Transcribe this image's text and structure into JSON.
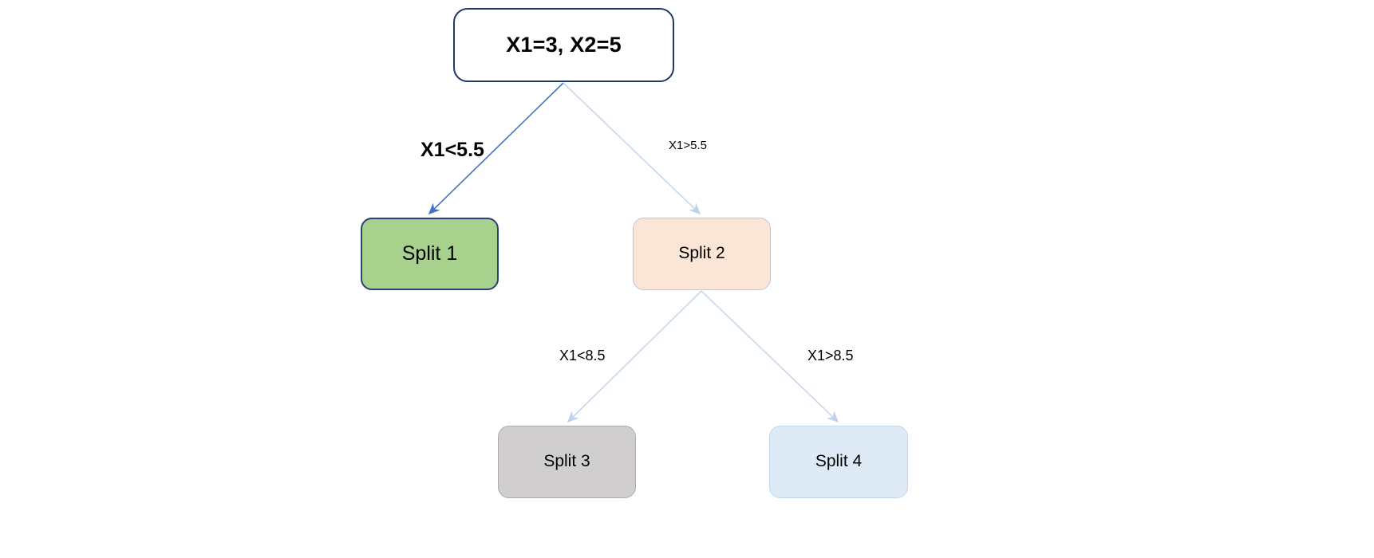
{
  "diagram": {
    "type": "decision-tree",
    "title": "",
    "nodes": [
      {
        "id": "root",
        "label": "X1=3, X2=5",
        "fill": "#FFFFFF",
        "border": "#1F3864"
      },
      {
        "id": "split1",
        "label": "Split 1",
        "fill": "#A9D18E",
        "border": "#264478"
      },
      {
        "id": "split2",
        "label": "Split 2",
        "fill": "#FBE5D6",
        "border": "#B4C7E7"
      },
      {
        "id": "split3",
        "label": "Split 3",
        "fill": "#D0CECE",
        "border": "#AFABAB"
      },
      {
        "id": "split4",
        "label": "Split 4",
        "fill": "#DEEBF7",
        "border": "#BDD7EE"
      }
    ],
    "edges": [
      {
        "from": "root",
        "to": "split1",
        "label": "X1<5.5"
      },
      {
        "from": "root",
        "to": "split2",
        "label": "X1>5.5"
      },
      {
        "from": "split2",
        "to": "split3",
        "label": "X1<8.5"
      },
      {
        "from": "split2",
        "to": "split4",
        "label": "X1>8.5"
      }
    ],
    "edge_color_strong": "#4472C4",
    "edge_color_light": "#C7D6EF"
  }
}
